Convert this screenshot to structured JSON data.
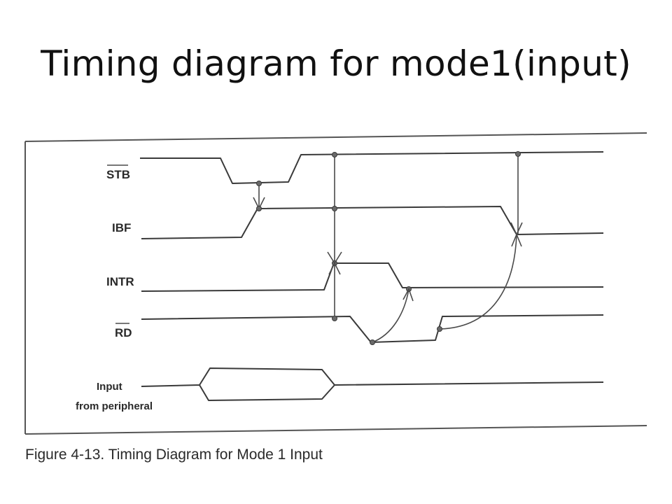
{
  "slide": {
    "title": "Timing diagram for mode1(input)"
  },
  "figure": {
    "signals": {
      "stb": "STB",
      "ibf": "IBF",
      "intr": "INTR",
      "rd": "RD"
    },
    "input_label_line1": "Input",
    "input_label_line2": "from peripheral",
    "caption": "Figure 4-13. Timing Diagram for Mode 1 Input"
  }
}
